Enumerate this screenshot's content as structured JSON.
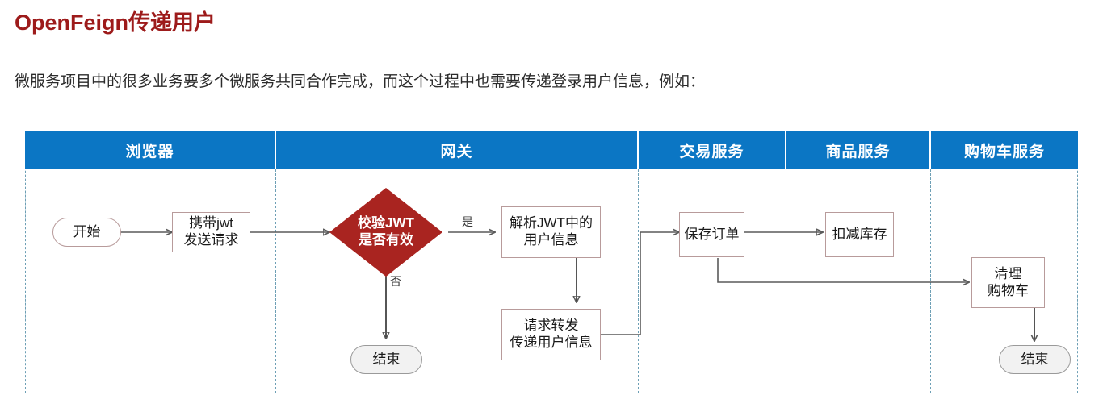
{
  "page": {
    "title": "OpenFeign传递用户",
    "title_color": "#9d1b1b",
    "paragraph": "微服务项目中的很多业务要多个微服务共同合作完成，而这个过程中也需要传递登录用户信息，例如："
  },
  "diagram": {
    "type": "swimlane-flowchart",
    "frame_border_color": "#6d9fb5",
    "header_color": "#0b76c4",
    "header_text_color": "#ffffff",
    "node_border_color": "#b89b9b",
    "decision_fill": "#a92420",
    "lanes": [
      {
        "id": "browser",
        "label": "浏览器"
      },
      {
        "id": "gateway",
        "label": "网关"
      },
      {
        "id": "trade-service",
        "label": "交易服务"
      },
      {
        "id": "item-service",
        "label": "商品服务"
      },
      {
        "id": "cart-service",
        "label": "购物车服务"
      }
    ],
    "nodes": [
      {
        "id": "start",
        "label": "开始",
        "shape": "terminator",
        "lane": "browser"
      },
      {
        "id": "send-request",
        "label": "携带jwt\n发送请求",
        "shape": "rect",
        "lane": "browser"
      },
      {
        "id": "verify-jwt",
        "label": "校验JWT\n是否有效",
        "shape": "decision",
        "lane": "gateway"
      },
      {
        "id": "parse-jwt",
        "label": "解析JWT中的\n用户信息",
        "shape": "rect",
        "lane": "gateway"
      },
      {
        "id": "forward-request",
        "label": "请求转发\n传递用户信息",
        "shape": "rect",
        "lane": "gateway"
      },
      {
        "id": "end-gateway",
        "label": "结束",
        "shape": "terminator-grey",
        "lane": "gateway"
      },
      {
        "id": "save-order",
        "label": "保存订单",
        "shape": "rect",
        "lane": "trade-service"
      },
      {
        "id": "deduct-stock",
        "label": "扣减库存",
        "shape": "rect",
        "lane": "item-service"
      },
      {
        "id": "clear-cart",
        "label": "清理\n购物车",
        "shape": "rect",
        "lane": "cart-service"
      },
      {
        "id": "end-cart",
        "label": "结束",
        "shape": "terminator-grey",
        "lane": "cart-service"
      }
    ],
    "edge_labels": [
      {
        "id": "yes",
        "label": "是"
      },
      {
        "id": "no",
        "label": "否"
      }
    ]
  }
}
